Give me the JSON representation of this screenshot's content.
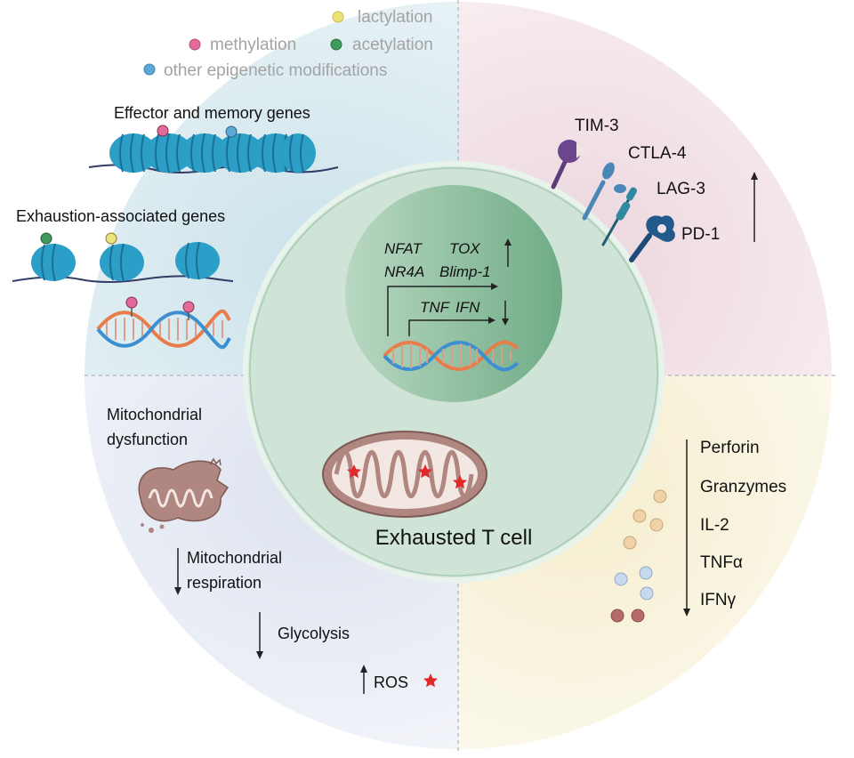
{
  "legend": {
    "lactylation": "lactylation",
    "methylation": "methylation",
    "acetylation": "acetylation",
    "other": "other epigenetic modifications"
  },
  "epigenetics": {
    "effector_label": "Effector and memory genes",
    "exhaustion_label": "Exhaustion-associated genes"
  },
  "nucleus": {
    "nfat": "NFAT",
    "tox": "TOX",
    "nr4a": "NR4A",
    "blimp": "Blimp-1",
    "tnf": "TNF",
    "ifn": "IFN"
  },
  "receptors": {
    "items": [
      "TIM-3",
      "CTLA-4",
      "LAG-3",
      "PD-1"
    ]
  },
  "metabolism": {
    "mito_dysfunction": [
      "Mitochondrial",
      "dysfunction"
    ],
    "mito_respiration": [
      "Mitochondrial",
      "respiration"
    ],
    "glycolysis": "Glycolysis",
    "ros": "ROS"
  },
  "cytokines": {
    "items": [
      "Perforin",
      "Granzymes",
      "IL-2",
      "TNFα",
      "IFNγ"
    ]
  },
  "cell": {
    "label": "Exhausted T cell"
  },
  "colors": {
    "q1": "#d5e7ee",
    "q2": "#f2e3e8",
    "q3": "#e6ebf4",
    "q4": "#f8f3df",
    "cell": "#cfe4d6",
    "nucleus": "#8dbf9e",
    "histone": "#2b9fc7",
    "methyl": "#e46a9a",
    "acetyl": "#3f9a5e",
    "lactyl": "#ece27a",
    "other": "#5aa9d6",
    "mito": "#b08680",
    "ros": "#e02a2a"
  }
}
